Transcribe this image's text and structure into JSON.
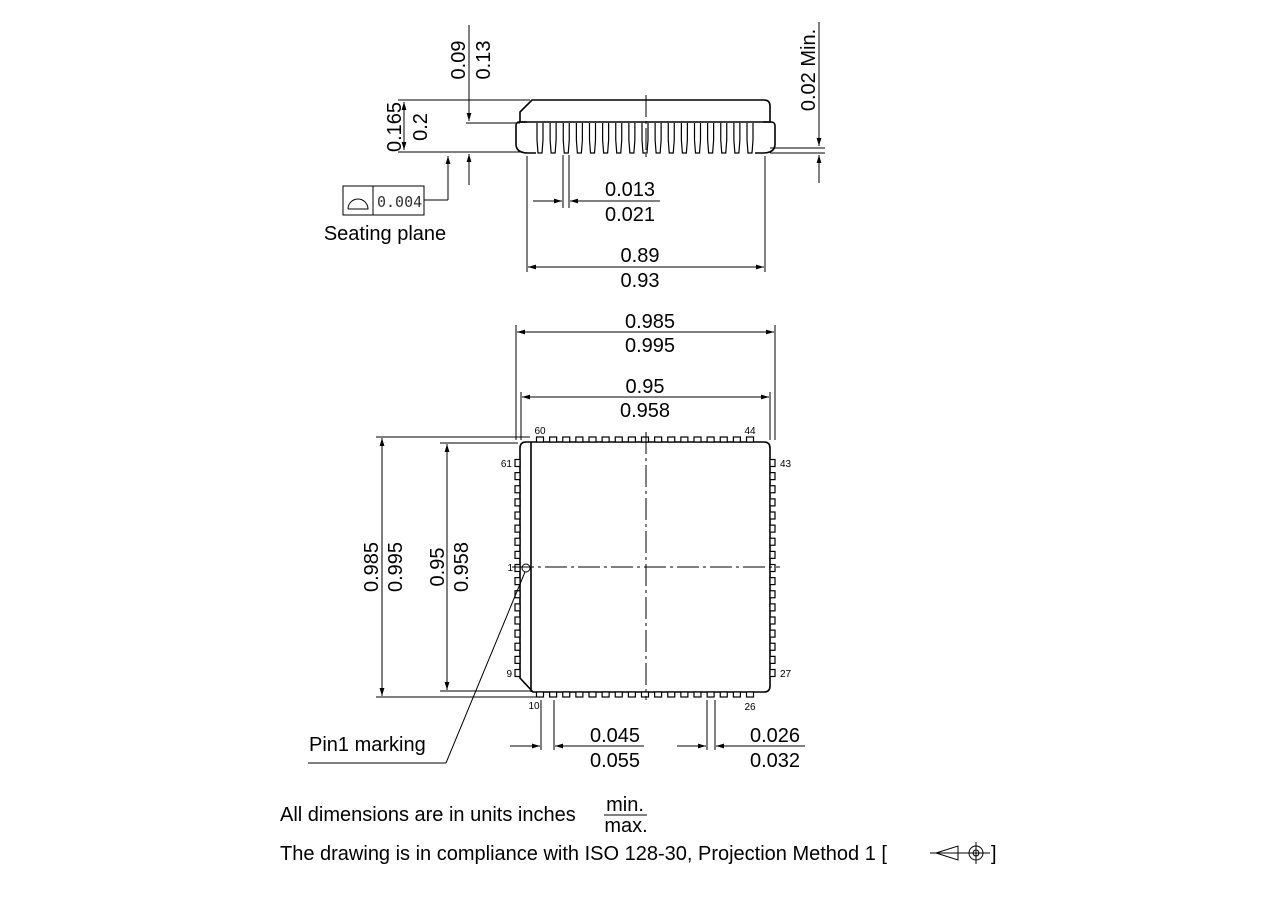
{
  "side_view": {
    "height_overall": {
      "min": "0.165",
      "max": "0.2"
    },
    "body_height": {
      "min": "0.09",
      "max": "0.13"
    },
    "standoff": "0.02 Min.",
    "lead_width": {
      "min": "0.013",
      "max": "0.021"
    },
    "lead_span": {
      "min": "0.89",
      "max": "0.93"
    },
    "coplanarity_value": "0.004",
    "coplanarity_symbol": "profile-of-surface-icon",
    "seating_plane_label": "Seating plane"
  },
  "top_view": {
    "body_width_outer": {
      "min": "0.985",
      "max": "0.995"
    },
    "body_width_inner": {
      "min": "0.95",
      "max": "0.958"
    },
    "body_height_outer": {
      "min": "0.985",
      "max": "0.995"
    },
    "body_height_inner": {
      "min": "0.95",
      "max": "0.958"
    },
    "pins_per_side": 17,
    "pin_labels": {
      "p60": "60",
      "p44": "44",
      "p61": "61",
      "p43": "43",
      "p1": "1",
      "p9": "9",
      "p27": "27",
      "p10": "10",
      "p26": "26"
    },
    "pin1_marking_label": "Pin1 marking",
    "pitch": {
      "min": "0.045",
      "max": "0.055"
    },
    "pad_width": {
      "min": "0.026",
      "max": "0.032"
    }
  },
  "notes": {
    "units_text": "All dimensions are in units inches",
    "units_fraction": {
      "top": "min.",
      "bottom": "max."
    },
    "iso_text": "The drawing is in compliance with ISO 128-30, Projection Method 1 [",
    "iso_close": "]",
    "projection_symbol": "first-angle-projection-icon"
  }
}
